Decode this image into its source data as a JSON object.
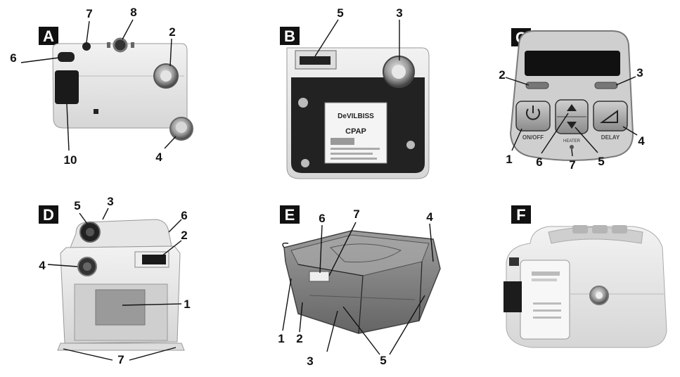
{
  "panels": [
    {
      "id": "A",
      "callouts": [
        "7",
        "8",
        "2",
        "6",
        "10",
        "4"
      ]
    },
    {
      "id": "B",
      "callouts": [
        "5",
        "3"
      ]
    },
    {
      "id": "C",
      "callouts": [
        "2",
        "3",
        "1",
        "6",
        "7",
        "5",
        "4"
      ]
    },
    {
      "id": "D",
      "callouts": [
        "5",
        "3",
        "6",
        "2",
        "4",
        "1",
        "7"
      ]
    },
    {
      "id": "E",
      "callouts": [
        "6",
        "7",
        "4",
        "1",
        "2",
        "3",
        "5"
      ]
    },
    {
      "id": "F",
      "callouts": []
    }
  ],
  "device_text": {
    "brand": "DeVILBISS",
    "model": "CPAP",
    "onoff": "ON/OFF",
    "delay": "DELAY",
    "heater": "HEATER"
  },
  "icons": [
    "power-icon",
    "up-arrow-icon",
    "down-arrow-icon",
    "ramp-icon"
  ]
}
